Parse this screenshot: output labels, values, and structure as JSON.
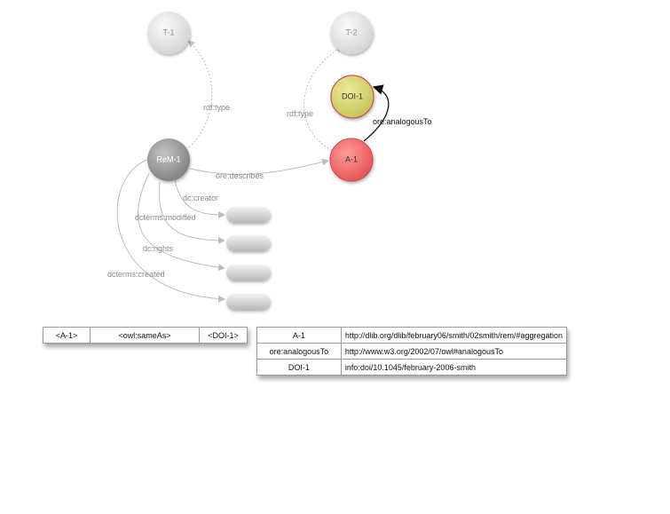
{
  "nodes": {
    "t1": "T-1",
    "t2": "T-2",
    "doi1": "DOI-1",
    "rem1": "ReM-1",
    "a1": "A-1"
  },
  "edges": {
    "rdf_type_rem": "rdf:type",
    "rdf_type_a": "rdf:type",
    "analogous": "ore:analogousTo",
    "describes": "ore:describes",
    "creator": "dc:creator",
    "modified": "dcterms:modified",
    "rights": "dc:rights",
    "created": "dcterms:created"
  },
  "triple": {
    "subject": "<A-1>",
    "predicate": "<owl:sameAs>",
    "object": "<DOI-1>"
  },
  "mappings": [
    {
      "key": "A-1",
      "value": "http://dlib.org/dlib/february06/smith/02smith/rem/#aggregation"
    },
    {
      "key": "ore:analogousTo",
      "value": "http://www.w3.org/2002/07/owl#analogousTo"
    },
    {
      "key": "DOI-1",
      "value": "info:doi/10.1045/february-2006-smith"
    }
  ],
  "colors": {
    "gray_node": "#e6e6e6",
    "rem_node": "#9e9e9e",
    "doi_node": "#d4d46a",
    "a_node": "#ee6a6a",
    "edge": "#bdbdbd"
  }
}
